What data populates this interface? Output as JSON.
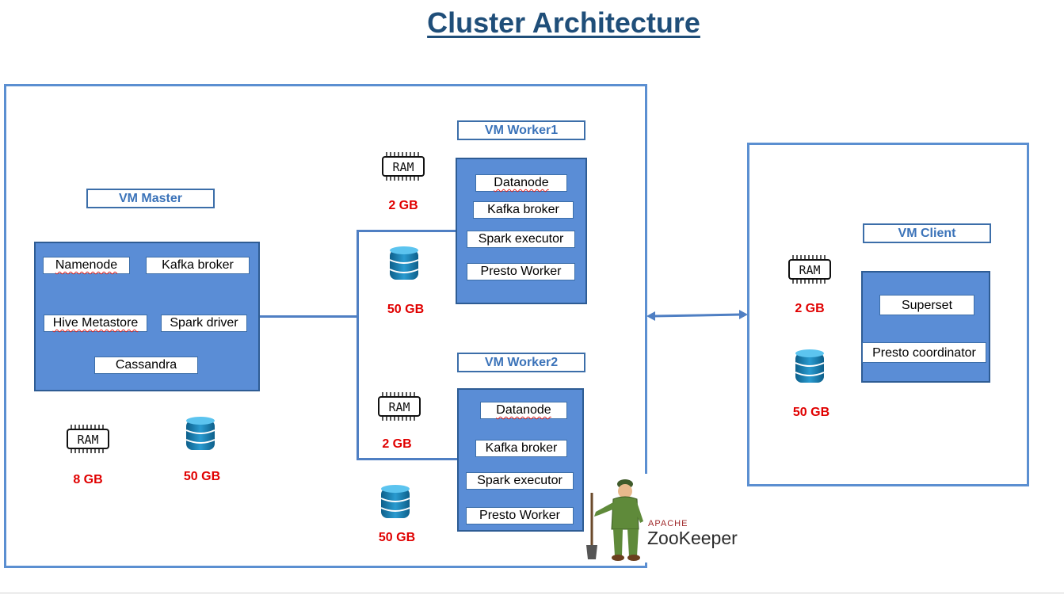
{
  "title": "Cluster Architecture",
  "colors": {
    "accent": "#5a8dd6",
    "label_text": "#3b73b9",
    "size_text": "#e00000",
    "title": "#1f4e79"
  },
  "master": {
    "label": "VM Master",
    "services": [
      "Namenode",
      "Kafka broker",
      "Hive Metastore",
      "Spark driver",
      "Cassandra"
    ],
    "ram": "8 GB",
    "disk": "50 GB"
  },
  "worker1": {
    "label": "VM Worker1",
    "services": [
      "Datanode",
      "Kafka broker",
      "Spark executor",
      "Presto Worker"
    ],
    "ram": "2 GB",
    "disk": "50 GB"
  },
  "worker2": {
    "label": "VM Worker2",
    "services": [
      "Datanode",
      "Kafka broker",
      "Spark executor",
      "Presto Worker"
    ],
    "ram": "2 GB",
    "disk": "50 GB"
  },
  "client": {
    "label": "VM Client",
    "services": [
      "Superset",
      "Presto coordinator"
    ],
    "ram": "2 GB",
    "disk": "50 GB"
  },
  "ram_chip_text": "RAM",
  "icons": {
    "ram": "ram-chip-icon",
    "disk": "database-icon",
    "mascot": "zookeeper-mascot-icon"
  },
  "zookeeper": {
    "apache": "APACHE",
    "name": "ZooKeeper"
  }
}
